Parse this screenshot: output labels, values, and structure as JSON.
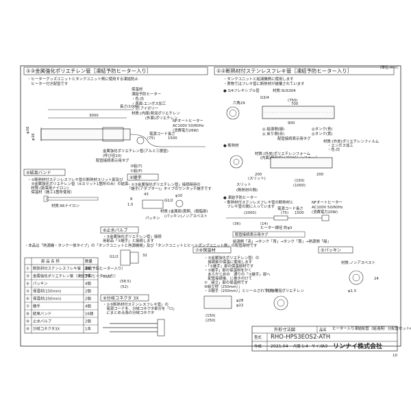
{
  "unit": "（単位:mm）",
  "sections": {
    "s1": {
      "title": "①③金属強化ポリエチレン管［凍結予防ヒーター入り］",
      "notes": [
        "・ヒーターグッズユニットとタンクユニット側に使用する凍結防止",
        "　ヒーター付き配管です"
      ],
      "labels": {
        "len_total": "長さ(1000)",
        "len_3000": "3000",
        "heat_mat": "保温材",
        "sheath": "凍結予防ヒーター",
        "mat1": "・色:白",
        "mat2": "・表面:エンボス加工",
        "mat3": "・芯:アイボリー",
        "inner1": "材質:(内面)発泡ポリエチレン",
        "inner2": "(外面)ポリエチレン",
        "nf_heater": "NFオートヒーター",
        "power": "AC100V 50/60Hz",
        "consume": "(消費電力26W)",
        "cord": "電源コード長さ",
        "cord_len_a": "(75)",
        "cord_len_b": "1500",
        "dia_phi16": "φ16",
        "dia_phi18": "φ18",
        "pipe_tag": "配管接続表示用タグ",
        "strong_pipe": "金属強化ポリエチレン管(アルミ三層管)",
        "strong_pipe2": "(呼び径10)",
        "note_a": "③給(T)",
        "note_b": "①給(P)"
      }
    },
    "s2": {
      "title": "①②断熱材付ステンレスフレキ管［凍結予防ヒーター入り］",
      "notes": [
        "・タンクユニットと給湯機側に使用します",
        "・実物ではフレキ管に断熱材が被覆されています"
      ],
      "flex_label": "● 3/4フレキシブル管",
      "flex_material": "材質:SUS304",
      "g34": "G3/4",
      "hex": "六角29",
      "length_750": "(750)",
      "len_700": "700",
      "len_900": "900",
      "green_mark": "◎ 給湯側(緑)",
      "red_mark": "◎ 戻り側(赤)",
      "tank_blue": "◎タンク(青)",
      "tank_yellow": "◎タンク(黄)",
      "kit_tag": "配管接続表示用タグ",
      "insulation_title": "● 断熱材",
      "ins_mat1": "材質:(外皮)ポリエチレンフォーム",
      "ins_mat2": "(内面)発泡ポリプロピレンフォーム",
      "ins_mat3": "材質:(外皮)ポリエチレンフィルム",
      "ins_mat4": "・エンボス加工",
      "ins_mat5": "・色:白",
      "ins_200a": "200",
      "ins_slit": "(スリット)",
      "ins_200b": "200",
      "ins_150": "(150)",
      "ins_1000": "(1000)",
      "slit_label": "スリット",
      "slit_pos": "(断熱材の間)",
      "heater_title": "● 凍結予防ヒーター",
      "heater_note1": "・断熱材付ステンレスフレキ管の断熱材と",
      "heater_note2": "　フレキ管の間に入っています",
      "nf2": "NFオートヒーター",
      "power2": "AC100V 50/60Hz",
      "consume2": "(消費電力20W)",
      "cord2": "電源コード長さ",
      "h_2000": "(2000)",
      "h_75": "(75)",
      "h_1500": "1500",
      "h_36": "(36)",
      "h_14": "(14)",
      "dia_note": "ヒーター線径 約φ3",
      "tag_note": "配管接続表示用タグ",
      "color_row": "給湯側「赤」→タンク「青」→タンク「黄」→熱源側「緑」"
    },
    "s4": {
      "title": "④結束バンド",
      "notes": [
        "・①断熱材付ステンレスフレキ管の断熱材スリット部及び",
        "　③金属強化ポリエチレン管（※スリット1箇所のみ）の結束",
        "　材質:(結束用ナイロン)",
        "　保温材（施工1箇所使用）"
      ],
      "material": "材質:66ナイロン"
    },
    "s5": {
      "title": "⑤継手",
      "notes": [
        "・①③金属強化ポリエチレン管」接続時用の",
        "「継手(アダプター)」タイプのワンタッチ継手です"
      ],
      "d_43": "43",
      "d_8": "8",
      "d_15": "1.5",
      "d_g12": "G1/2",
      "d_phi": "φ10",
      "mat": "材質:(金属部)黄銅、(樹脂部)",
      "mat2": "(パッキン)ノンアスベスト",
      "packing": "パッキン"
    },
    "s6": {
      "title": "⑥止水バルブ",
      "notes": [
        "・③金属強化ポリエチレン管」接続",
        "用部品「①継手」と接続します"
      ],
      "d_g12a": "G1/2",
      "d_g12b": "G1/2",
      "d_58": "(58.5)",
      "d_52": "(52)",
      "d_32": "32"
    },
    "s7": {
      "title": "⑦⑧保温材",
      "notes": [
        "・③金属強化ポリエチレン管）の",
        "　接続部の保温に使用します",
        "・「①継手」部の保温部材です",
        "・①継手」部の保温材をかく",
        "　あらかじめの　通りの「①継手」部へ",
        "　配管接続後、に巻き付けて",
        "⑦　組立」部の保温材です",
        "⑧組立材（250mm）」",
        "・②継手（250mm）」とシールされています"
      ],
      "mat": "材質:発泡ポリエチレン",
      "d_150": "(150)",
      "d_250": "(250)",
      "d_phi28": "φ28",
      "d_phi": "φ22"
    },
    "s9": {
      "title": "⑨分岐コネクタ 3X",
      "notes": [
        "・①③断熱材付ステンレスフレキ管」の",
        "　電源コードを、分岐コネクタ部分を「ロ」",
        "　にまとめる為の分岐コネクタ"
      ]
    },
    "s10": {
      "title": "⑤パッキン",
      "mat": "材質:ノンアスベスト",
      "d_24": "24",
      "d_phi": "φ1.5"
    }
  },
  "parts": {
    "intro": "・本品は「熱源機・タンク一体タイプ」の「タンクユニットと熱源機側」及び「タンクユニットとヒートポンプユニット側」の配管部材です",
    "headers": [
      "",
      "部 品 名 称",
      "数量"
    ],
    "rows": [
      [
        "①",
        "断熱材付ステンレスフレキ管（凍結予防ヒーター入り）",
        "2本"
      ],
      [
        "③",
        "金属強化ポリエチレン管（凍結予防ヒーター入り）",
        "2本"
      ],
      [
        "④",
        "パッキン",
        "4個"
      ],
      [
        "⑤",
        "保温材(150mm)",
        "2個"
      ],
      [
        "⑥",
        "保温材(250mm)",
        "2個"
      ],
      [
        "⑦",
        "継手",
        "4個"
      ],
      [
        "⑧",
        "結束バンド",
        "16個"
      ],
      [
        "⑨",
        "止水バルブ",
        "2個"
      ],
      [
        "⑩",
        "分岐コネクタ3X",
        "1本"
      ]
    ]
  },
  "titleblock": {
    "drawing": "外形寸法図",
    "name_label": "品名",
    "name_value": "ヒーター入り凍結配管（給湯用）分配管セットAT",
    "model_label": "型式",
    "model_value": "RHO-HPS3EOS2-ATH",
    "date_label": "作成",
    "date_value": "2021.04",
    "scale_label": "尺度",
    "scale_value": "1:4",
    "size_label": "サイズ",
    "size_value": "A3",
    "company": "リンナイ株式会社",
    "sheet_no": "10"
  }
}
